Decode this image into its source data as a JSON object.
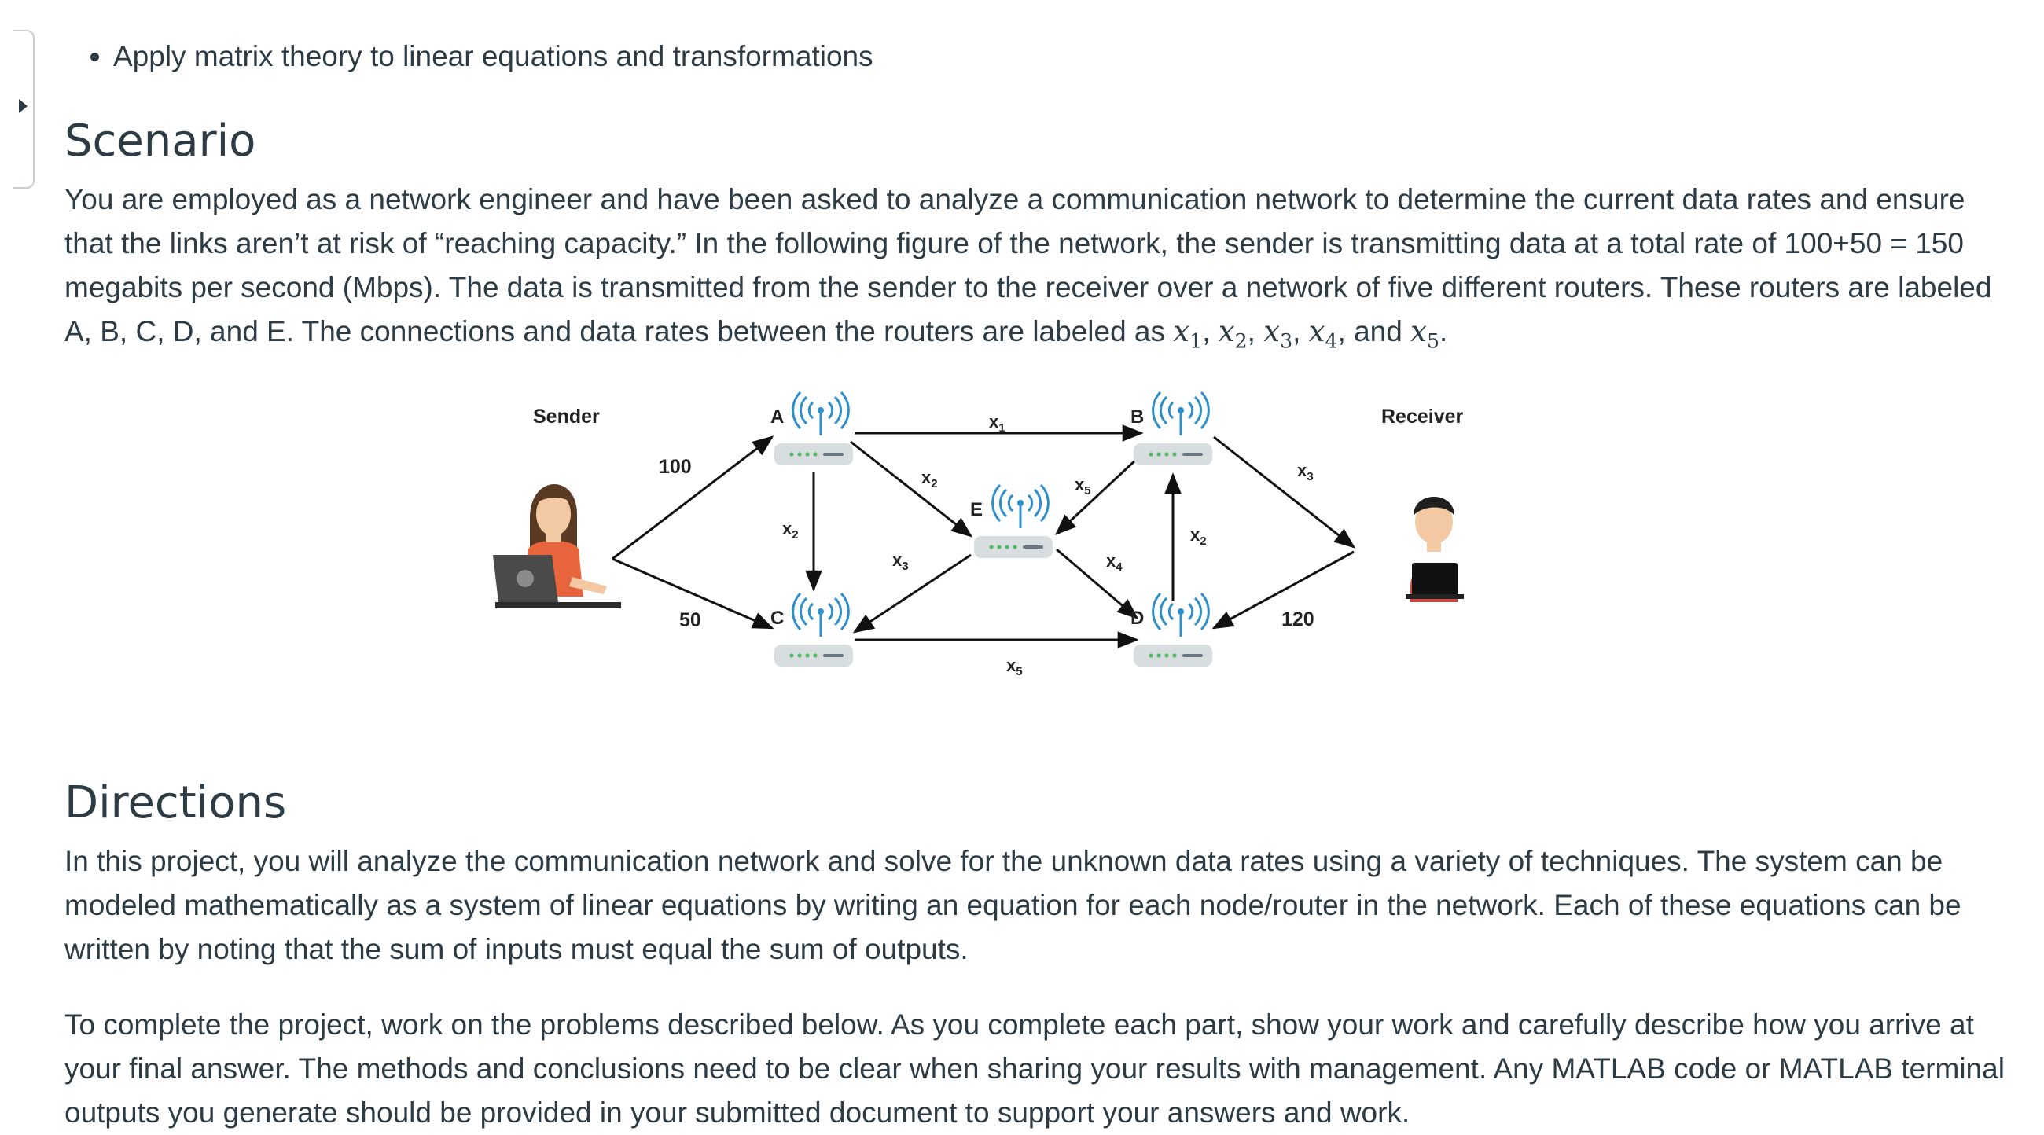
{
  "outcomes": [
    "Apply matrix theory to linear equations and transformations"
  ],
  "scenario": {
    "heading": "Scenario",
    "text_before": "You are employed as a network engineer and have been asked to analyze a communication network to determine the current data rates and ensure that the links aren’t at risk of “reaching capacity.” In the following figure of the network, the sender is transmitting data at a total rate of 100+50 = 150 megabits per second (Mbps). The data is transmitted from the sender to the receiver over a network of five different routers. These routers are labeled A, B, C, D, and E. The connections and data rates between the routers are labeled as ",
    "vars": [
      {
        "base": "x",
        "sub": "1",
        "sep": ", "
      },
      {
        "base": "x",
        "sub": "2",
        "sep": ", "
      },
      {
        "base": "x",
        "sub": "3",
        "sep": ", "
      },
      {
        "base": "x",
        "sub": "4",
        "sep": ", and "
      },
      {
        "base": "x",
        "sub": "5",
        "sep": "."
      }
    ]
  },
  "figure": {
    "sender": "Sender",
    "receiver": "Receiver",
    "routers": {
      "a": "A",
      "b": "B",
      "c": "C",
      "d": "D",
      "e": "E"
    },
    "rates": {
      "top_in": "100",
      "bottom_in": "50",
      "out": "120"
    },
    "edges": {
      "ab": {
        "base": "x",
        "sub": "1"
      },
      "ae": {
        "base": "x",
        "sub": "2"
      },
      "ac": {
        "base": "x",
        "sub": "2"
      },
      "ec": {
        "base": "x",
        "sub": "3"
      },
      "eb": {
        "base": "x",
        "sub": "5"
      },
      "ed": {
        "base": "x",
        "sub": "4"
      },
      "cd": {
        "base": "x",
        "sub": "5"
      },
      "db": {
        "base": "x",
        "sub": "2"
      },
      "b_recv": {
        "base": "x",
        "sub": "3"
      }
    },
    "colors": {
      "signal": "#2f8fc8",
      "router_body": "#d8dde0",
      "dots": "#58b86a",
      "shirt": "#e8643c"
    }
  },
  "directions": {
    "heading": "Directions",
    "p1": "In this project, you will analyze the communication network and solve for the unknown data rates using a variety of techniques. The system can be modeled mathematically as a system of linear equations by writing an equation for each node/router in the network. Each of these equations can be written by noting that the sum of inputs must equal the sum of outputs.",
    "p2": "To complete the project, work on the problems described below. As you complete each part, show your work and carefully describe how you arrive at your final answer. The methods and conclusions need to be clear when sharing your results with management. Any MATLAB code or MATLAB terminal outputs you generate should be provided in your submitted document to support your answers and work."
  }
}
